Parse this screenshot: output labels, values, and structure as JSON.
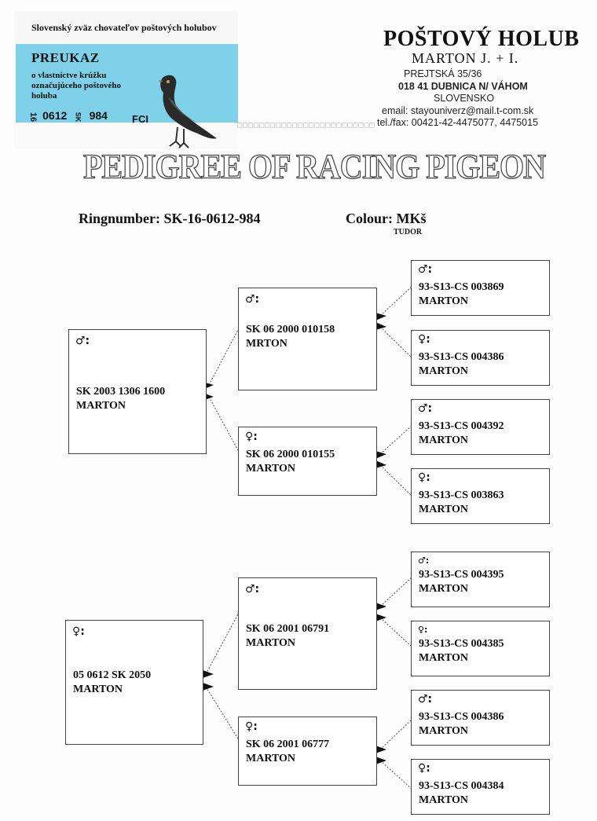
{
  "card": {
    "org": "Slovenský zväz chovateľov poštových holubov",
    "preukaz": "PREUKAZ",
    "preukaz_sub": "o vlastníctve krúžku označujúceho poštového holuba",
    "ring_prefix": "16",
    "ring_num": "0612",
    "ring_country": "SK",
    "ring_suffix": "984",
    "fci": "FCI"
  },
  "header": {
    "brand": "POŠTOVÝ HOLUB",
    "owner": "MARTON J. + I.",
    "street": "PREJTSKÁ 35/36",
    "city": "018 41 DUBNICA N/ VÁHOM",
    "country": "SLOVENSKO",
    "email": "email: stayouniverz@mail.t-com.sk",
    "phone": "tel./fax: 00421-42-4475077, 4475015",
    "dots": "□□□□□□□□□□□□□□□□□□□□□□□□□"
  },
  "title": "PEDIGREE OF RACING PIGEON",
  "ringnumber": "Ringnumber:  SK-16-0612-984",
  "colour": "Colour: MKš",
  "colour_sub": "TUDOR",
  "symbols": {
    "male": "♂:",
    "female": "♀:"
  },
  "father": {
    "ring": "SK 2003 1306 1600",
    "breeder": "MARTON"
  },
  "mother": {
    "ring": "05 0612 SK 2050",
    "breeder": "MARTON"
  },
  "ff": {
    "ring": "SK 06 2000 010158",
    "breeder": "MRTON"
  },
  "fm": {
    "ring": "SK 06 2000 010155",
    "breeder": "MARTON"
  },
  "mf": {
    "ring": "SK 06 2001 06791",
    "breeder": "MARTON"
  },
  "mm": {
    "ring": "SK 06 2001 06777",
    "breeder": "MARTON"
  },
  "fff": {
    "ring": "93-S13-CS 003869",
    "breeder": "MARTON"
  },
  "ffm": {
    "ring": "93-S13-CS 004386",
    "breeder": "MARTON"
  },
  "fmf": {
    "ring": "93-S13-CS 004392",
    "breeder": "MARTON"
  },
  "fmm": {
    "ring": "93-S13-CS 003863",
    "breeder": "MARTON"
  },
  "mff": {
    "ring": "93-S13-CS 004395",
    "breeder": "MARTON"
  },
  "mfm": {
    "ring": "93-S13-CS 004385",
    "breeder": "MARTON"
  },
  "mmf": {
    "ring": "93-S13-CS 004386",
    "breeder": "MARTON"
  },
  "mmm": {
    "ring": "93-S13-CS 004384",
    "breeder": "MARTON"
  }
}
